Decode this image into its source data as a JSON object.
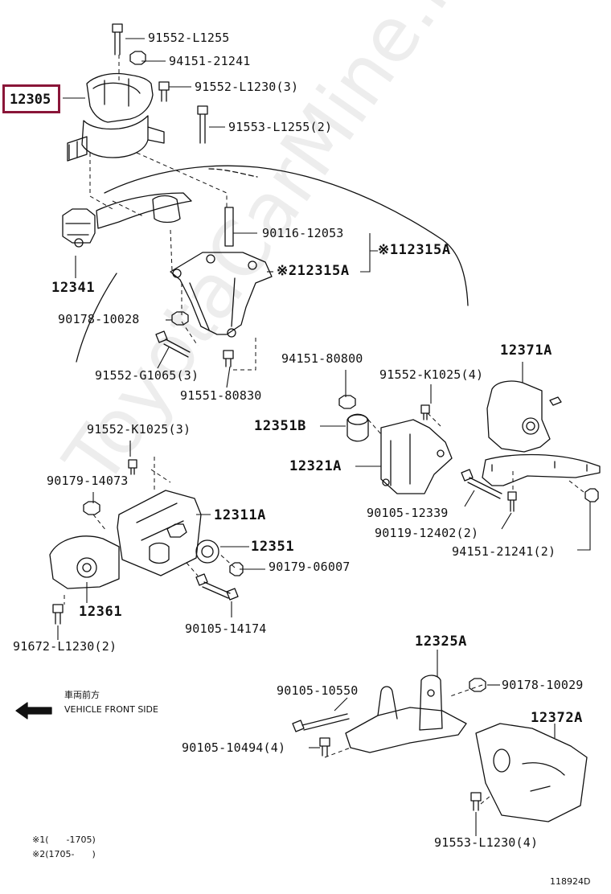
{
  "highlight_part": "12305",
  "labels": {
    "p91552_L1255": "91552-L1255",
    "p94151_21241": "94151-21241",
    "p91552_L1230": "91552-L1230(3)",
    "p91553_L1255": "91553-L1255(2)",
    "p90116_12053": "90116-12053",
    "p12315A_1": "※112315A",
    "p12315A_2": "※212315A",
    "p12341": "12341",
    "p90178_10028": "90178-10028",
    "p91552_G1065": "91552-G1065(3)",
    "p91551_80830": "91551-80830",
    "p94151_80800": "94151-80800",
    "p91552_K1025_4": "91552-K1025(4)",
    "p12371A": "12371A",
    "p12351B": "12351B",
    "p12321A": "12321A",
    "p90105_12339": "90105-12339",
    "p90119_12402": "90119-12402(2)",
    "p94151_21241_2": "94151-21241(2)",
    "p91552_K1025_3": "91552-K1025(3)",
    "p90179_14073": "90179-14073",
    "p12311A": "12311A",
    "p12351": "12351",
    "p90179_06007": "90179-06007",
    "p12361": "12361",
    "p90105_14174": "90105-14174",
    "p91672_L1230": "91672-L1230(2)",
    "p12325A": "12325A",
    "p90105_10550": "90105-10550",
    "p90178_10029": "90178-10029",
    "p12372A": "12372A",
    "p90105_10494": "90105-10494(4)",
    "p91553_L1230": "91553-L1230(4)"
  },
  "vehicle_front": {
    "jp": "車両前方",
    "en": "VEHICLE FRONT SIDE"
  },
  "notes": {
    "note1": "※1(　　-1705)",
    "note2": "※2(1705-　　)"
  },
  "diagram_id": "118924D",
  "watermark": "ToyotaCarMine.ru"
}
